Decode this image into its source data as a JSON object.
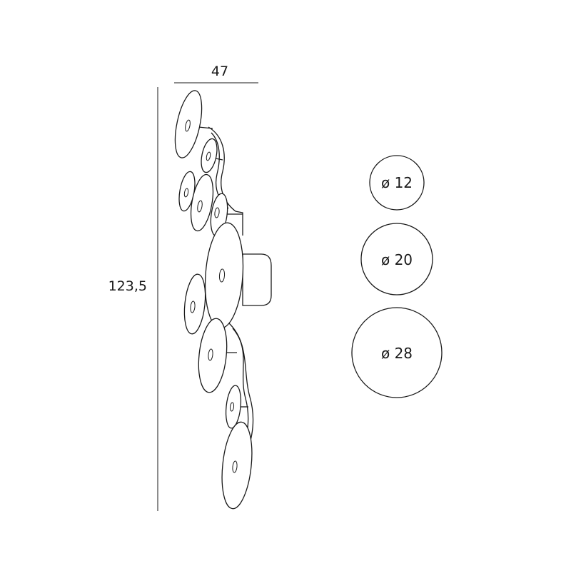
{
  "dimensions": {
    "width_label": "47",
    "height_label": "123,5"
  },
  "diameters": [
    {
      "label": "ø 12",
      "value": 12
    },
    {
      "label": "ø 20",
      "value": 20
    },
    {
      "label": "ø 28",
      "value": 28
    }
  ],
  "colors": {
    "line": "#1a1a1a",
    "background": "#ffffff"
  }
}
